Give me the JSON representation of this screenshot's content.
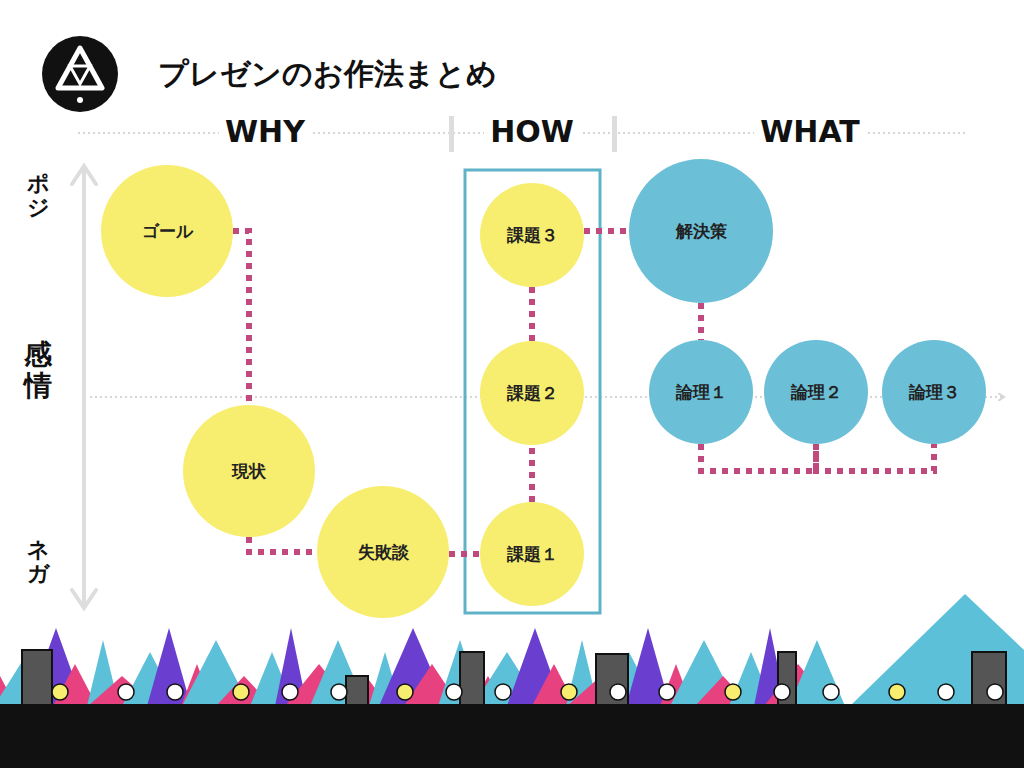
{
  "diagram": {
    "title": "プレゼンのお作法まとめ",
    "nodes": [
      {
        "text": [
          "ゴール"
        ]
      },
      {
        "text": [
          "現状"
        ]
      },
      {
        "text": [
          "失敗談"
        ]
      },
      {
        "text": [
          "課題３"
        ]
      },
      {
        "text": [
          "課題２"
        ]
      },
      {
        "text": [
          "課題１"
        ]
      },
      {
        "text": [
          "解決策"
        ]
      },
      {
        "text": [
          "論理１"
        ]
      },
      {
        "text": [
          "論理２"
        ]
      },
      {
        "text": [
          "論理３"
        ]
      }
    ],
    "edges": [
      {
        "from": 0,
        "to": 1,
        "arrow": "none"
      },
      {
        "from": 1,
        "to": 2,
        "arrow": "none"
      },
      {
        "from": 2,
        "to": 5,
        "arrow": "none"
      },
      {
        "from": 5,
        "to": 4,
        "arrow": "none"
      },
      {
        "from": 4,
        "to": 3,
        "arrow": "none"
      },
      {
        "from": 3,
        "to": 6,
        "arrow": "none"
      },
      {
        "from": 6,
        "to": 7,
        "arrow": "none"
      },
      {
        "from": 7,
        "to": 8,
        "arrow": "none"
      },
      {
        "from": 8,
        "to": 9,
        "arrow": "none"
      }
    ],
    "labels": [
      "WHY",
      "HOW",
      "WHAT",
      "ポジ",
      "感情",
      "ネガ"
    ]
  }
}
